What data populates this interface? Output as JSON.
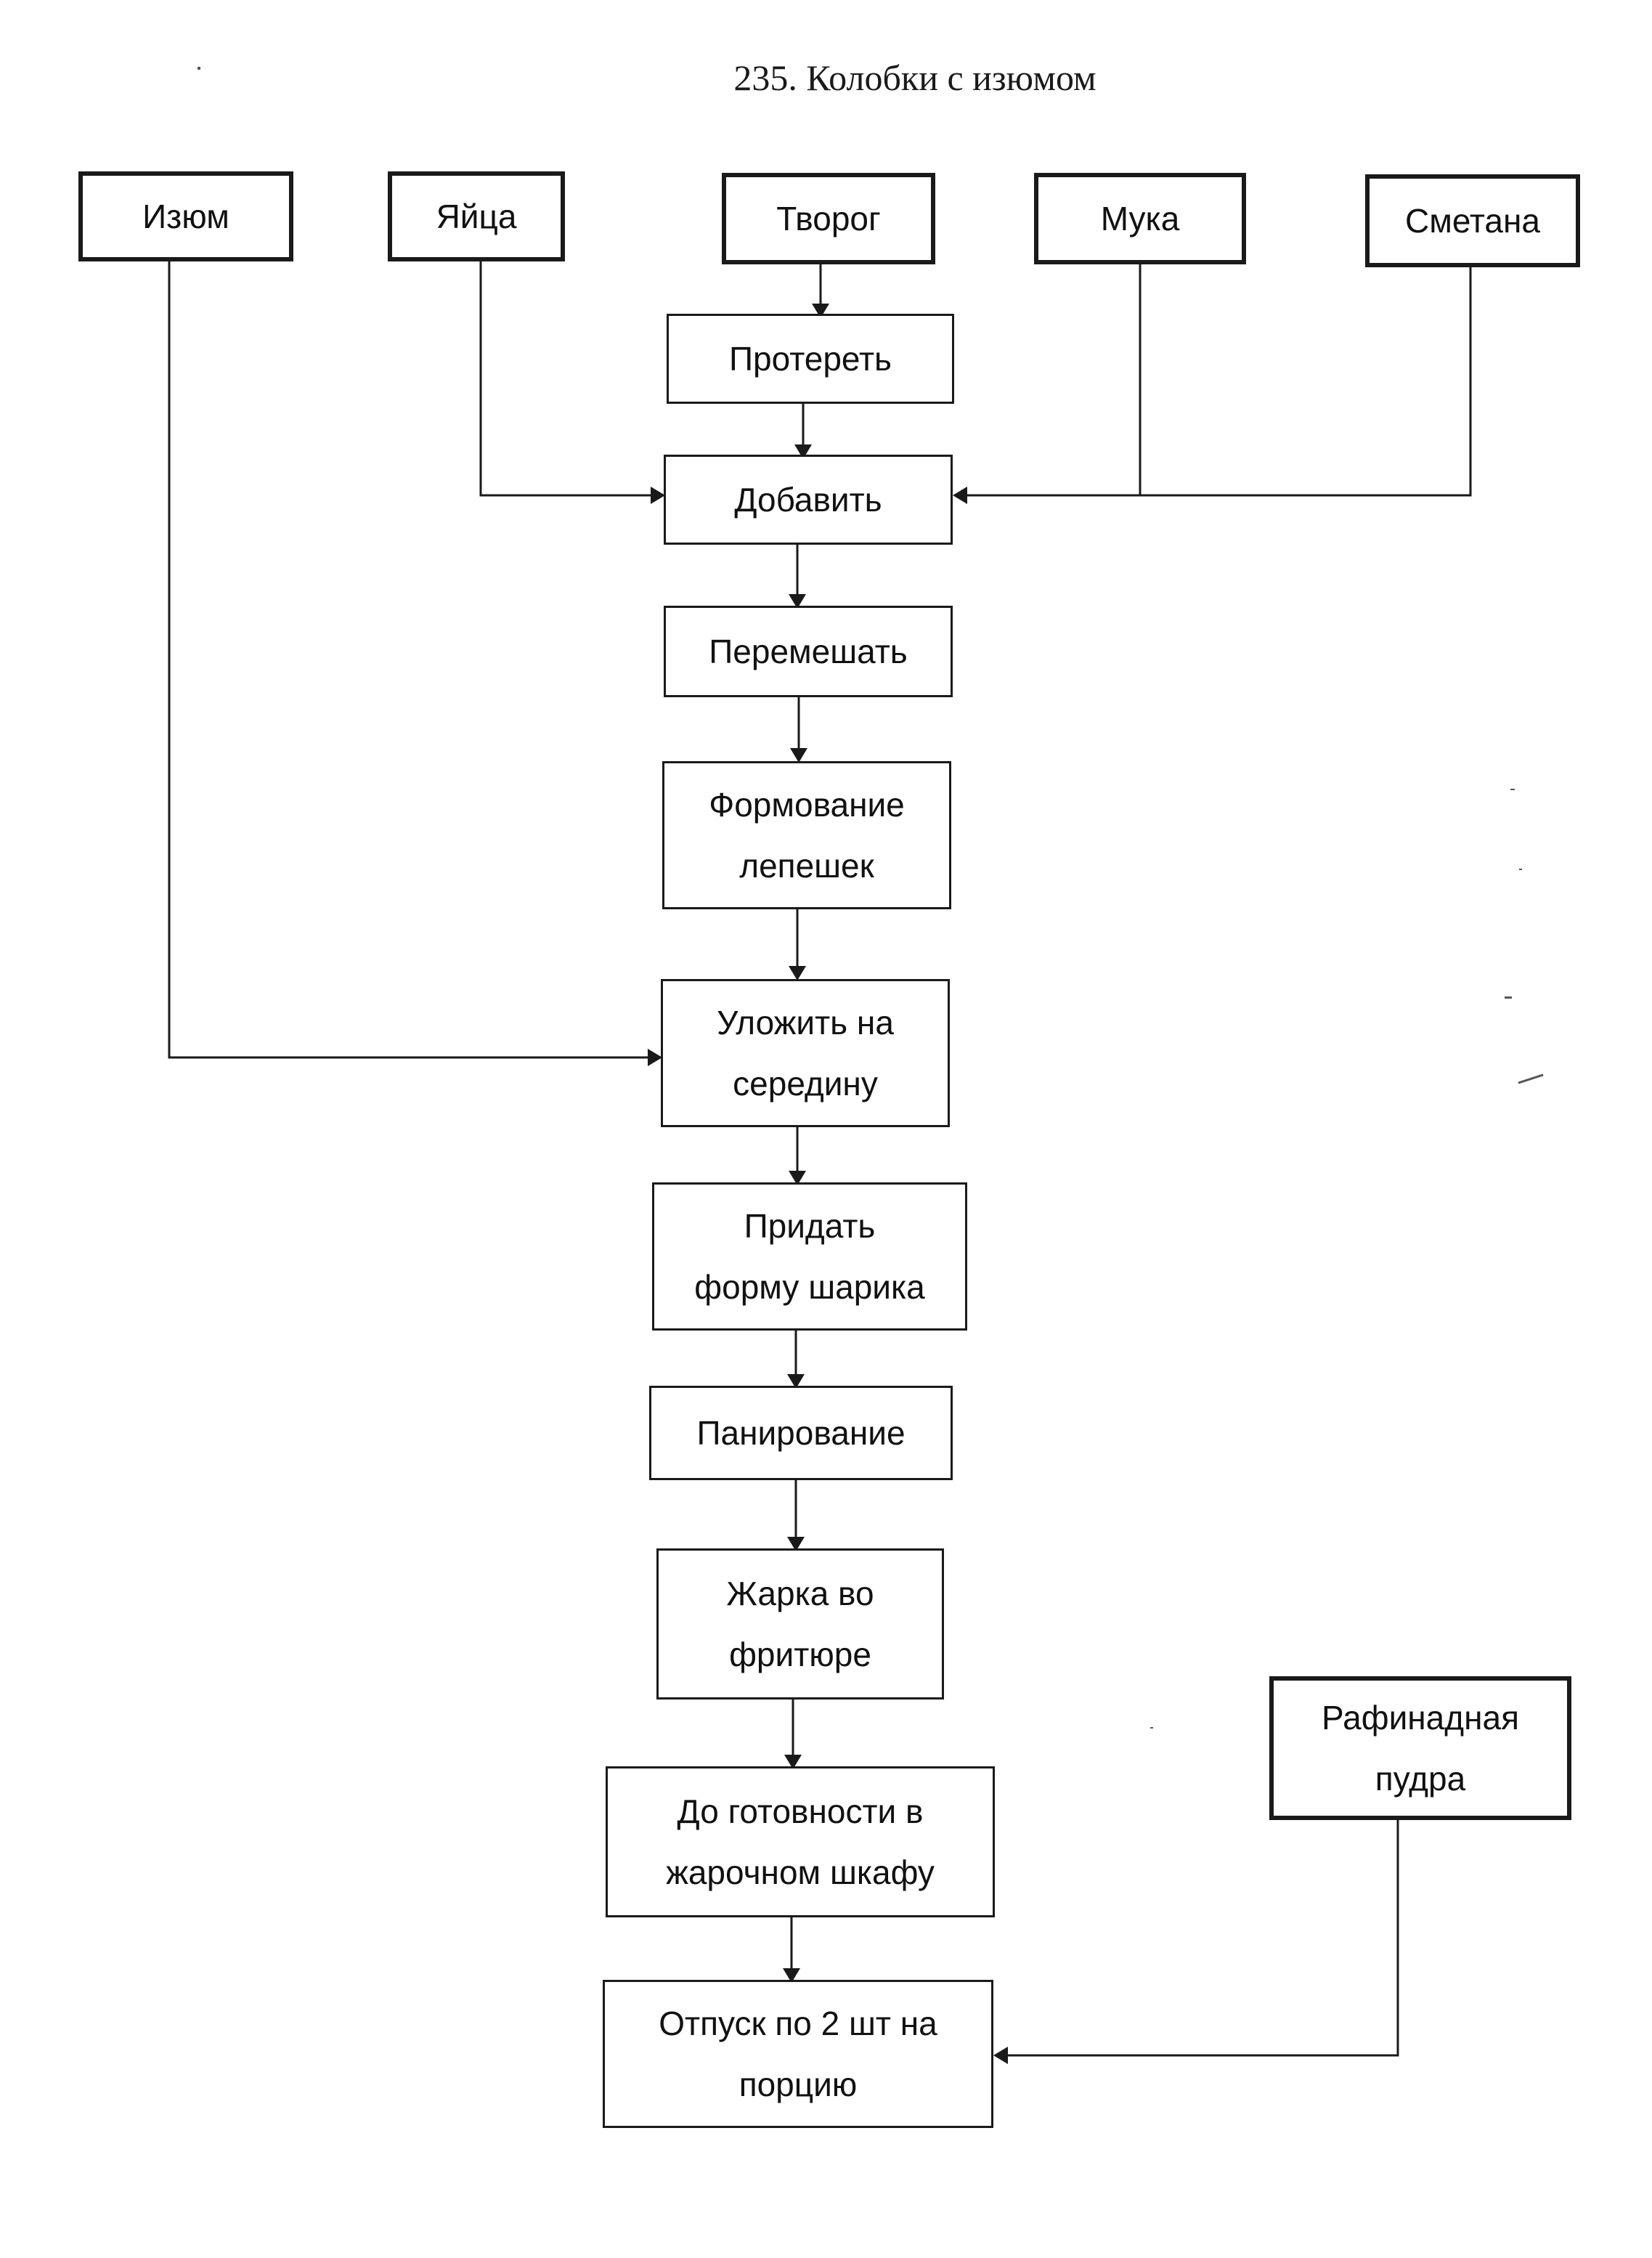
{
  "title": "235. Колобки с изюмом",
  "ingredients": {
    "raisins": "Изюм",
    "eggs": "Яйца",
    "cottage_cheese": "Творог",
    "flour": "Мука",
    "sour_cream": "Сметана",
    "powdered_sugar": "Рафинадная\nпудра"
  },
  "steps": {
    "rub": "Протереть",
    "add": "Добавить",
    "mix": "Перемешать",
    "form_cakes": "Формование\nлепешек",
    "place_center": "Уложить на\nсередину",
    "shape_ball": "Придать\nформу шарика",
    "breading": "Панирование",
    "deep_fry": "Жарка во\nфритюре",
    "finish_oven": "До готовности в\nжарочном шкафу",
    "serve": "Отпуск по 2 шт  на\nпорцию"
  },
  "colors": {
    "line": "#1a1a1a",
    "background": "#ffffff"
  }
}
